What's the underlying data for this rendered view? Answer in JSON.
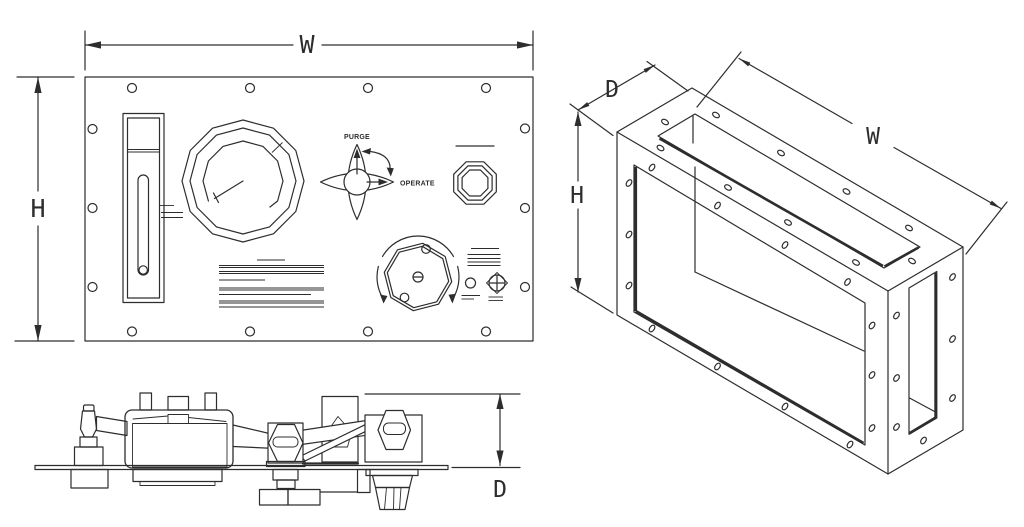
{
  "page": {
    "background": "#ffffff",
    "line_color": "#2d2d2d"
  },
  "front_view": {
    "dim_width_label": "W",
    "dim_height_label": "H",
    "selector": {
      "purge_label": "PURGE",
      "operate_label": "OPERATE"
    }
  },
  "side_view": {
    "dim_depth_label": "D"
  },
  "iso_view": {
    "dim_width_label": "W",
    "dim_height_label": "H",
    "dim_depth_label": "D"
  }
}
